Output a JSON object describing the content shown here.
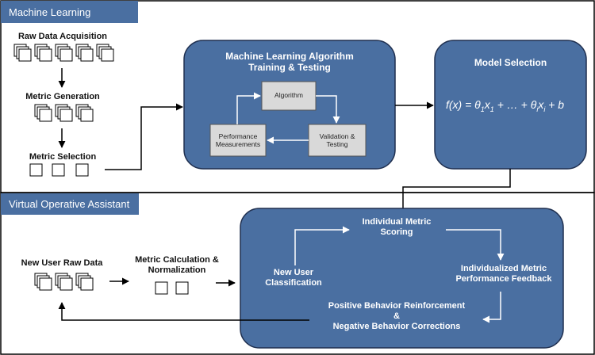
{
  "sections": {
    "machine_learning": "Machine Learning",
    "virtual_assistant": "Virtual Operative Assistant"
  },
  "top": {
    "raw_data": "Raw Data Acquisition",
    "metric_generation": "Metric Generation",
    "metric_selection": "Metric Selection",
    "ml_box_title": "Machine Learning Algorithm\nTraining & Testing",
    "algorithm": "Algorithm",
    "validation": "Validation &\nTesting",
    "performance": "Performance\nMeasurements",
    "model_selection": "Model Selection",
    "formula": {
      "lhs": "f(x) = ",
      "theta": "θ",
      "x": "x",
      "sub1": "1",
      "subi": "i",
      "middle": " + … + ",
      "tail": " + b"
    }
  },
  "bottom": {
    "new_user_raw": "New User Raw Data",
    "metric_calc": "Metric Calculation &\nNormalization",
    "individual_scoring": "Individual Metric\nScoring",
    "new_user_class": "New User\nClassification",
    "individualized_feedback": "Individualized Metric\nPerformance Feedback",
    "positive_reinforcement": "Positive Behavior Reinforcement\n&\nNegative Behavior Corrections"
  },
  "colors": {
    "blue_fill": "#4a6fa1",
    "blue_stroke": "#1f2f4f",
    "grey_box": "#d9d9d9",
    "arrow": "#000000",
    "inner_arrow": "#ffffff"
  }
}
